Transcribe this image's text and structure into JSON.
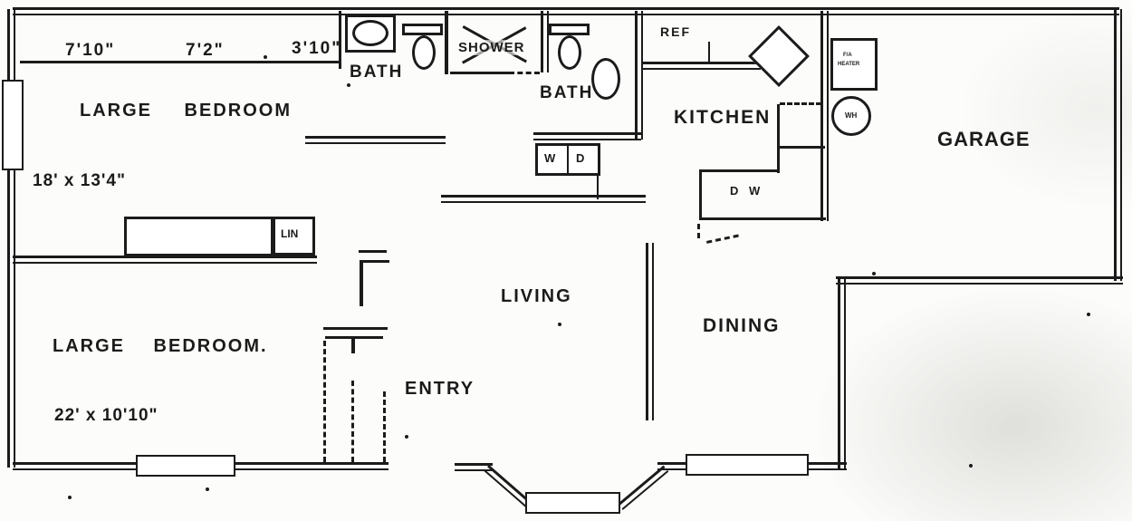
{
  "rooms": {
    "bedroom1": {
      "label": "LARGE BEDROOM",
      "size": "18' x 13'4\""
    },
    "bedroom2": {
      "label": "LARGE BEDROOM.",
      "size": "22' x 10'10\""
    },
    "bath1": {
      "label": "BATH"
    },
    "shower": {
      "label": "SHOWER"
    },
    "bath2": {
      "label": "BATH"
    },
    "kitchen": {
      "label": "KITCHEN"
    },
    "garage": {
      "label": "GARAGE"
    },
    "living": {
      "label": "LIVING"
    },
    "dining": {
      "label": "DINING"
    },
    "entry": {
      "label": "ENTRY"
    }
  },
  "closet_dims": {
    "d1": "7'10\"",
    "d2": "7'2\"",
    "d3": "3'10\""
  },
  "labels": {
    "lin": "LIN",
    "ref": "REF",
    "washer": "W",
    "dryer": "D",
    "dishwasher": "D W",
    "water_heater": "WH",
    "furnace_line1": "F/A",
    "furnace_line2": "HEATER"
  },
  "colors": {
    "ink": "#1b1b1b",
    "paper": "#fcfcfa"
  }
}
